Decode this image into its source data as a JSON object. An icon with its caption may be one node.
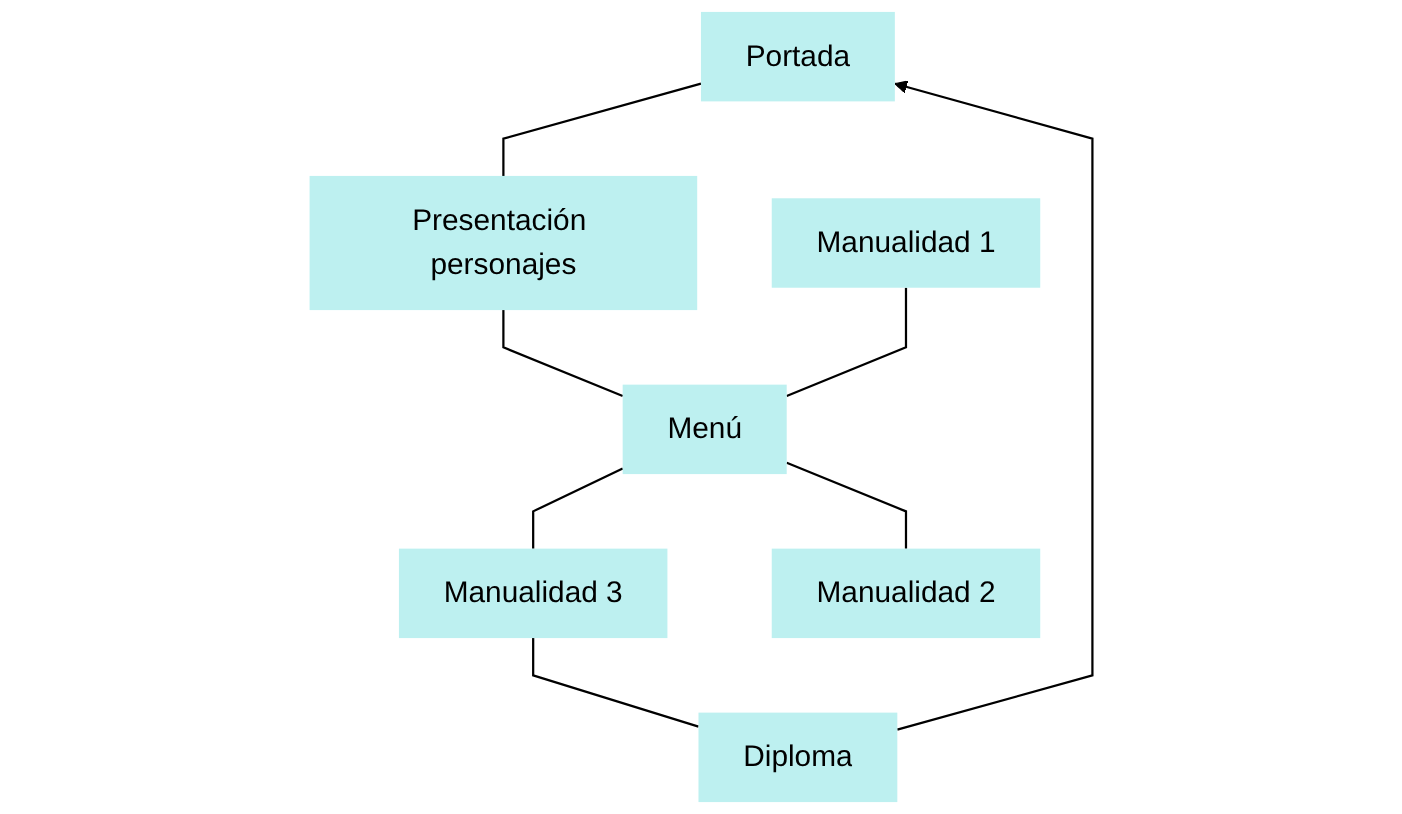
{
  "diagram": {
    "nodes": [
      {
        "text": [
          "Portada"
        ]
      },
      {
        "text": [
          "Presentación personajes"
        ]
      },
      {
        "text": [
          "Manualidad 1"
        ]
      },
      {
        "text": [
          "Menú"
        ]
      },
      {
        "text": [
          "Manualidad 3"
        ]
      },
      {
        "text": [
          "Manualidad 2"
        ]
      },
      {
        "text": [
          "Diploma"
        ]
      }
    ],
    "edges": [
      {
        "from": 0,
        "to": 1,
        "arrow": "none"
      },
      {
        "from": 1,
        "to": 3,
        "arrow": "none"
      },
      {
        "from": 2,
        "to": 3,
        "arrow": "none"
      },
      {
        "from": 3,
        "to": 4,
        "arrow": "none"
      },
      {
        "from": 3,
        "to": 5,
        "arrow": "none"
      },
      {
        "from": 4,
        "to": 6,
        "arrow": "none"
      },
      {
        "from": 6,
        "to": 0,
        "arrow": "to"
      }
    ]
  }
}
